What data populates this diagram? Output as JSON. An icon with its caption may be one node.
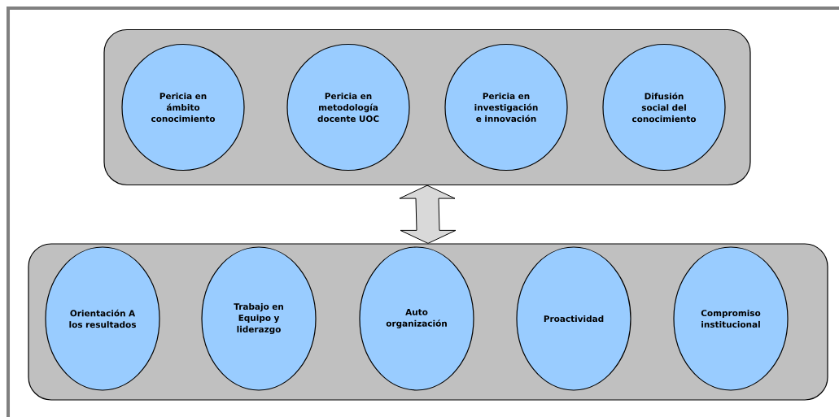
{
  "diagram": {
    "nodes": [
      {
        "text": [],
        "shape": "box"
      },
      {
        "text": [
          "Pericia en ámbito conocimiento"
        ],
        "in": 0
      },
      {
        "text": [
          "Pericia en metodología docente UOC"
        ],
        "in": 0
      },
      {
        "text": [
          "Pericia en investigación e innovación"
        ],
        "in": 0
      },
      {
        "text": [
          "Difusión social del conocimiento"
        ],
        "in": 0
      },
      {
        "text": [],
        "shape": "box"
      },
      {
        "text": [
          "Orientación A los resultados"
        ],
        "in": 5
      },
      {
        "text": [
          "Trabajo en Equipo y liderazgo"
        ],
        "in": 5
      },
      {
        "text": [
          "Auto organización"
        ],
        "in": 5
      },
      {
        "text": [
          "Proactividad"
        ],
        "in": 5
      },
      {
        "text": [
          "Compromiso institucional"
        ],
        "in": 5
      }
    ],
    "edges": [
      {
        "from": 0,
        "to": 5,
        "arrow": "both"
      }
    ]
  }
}
